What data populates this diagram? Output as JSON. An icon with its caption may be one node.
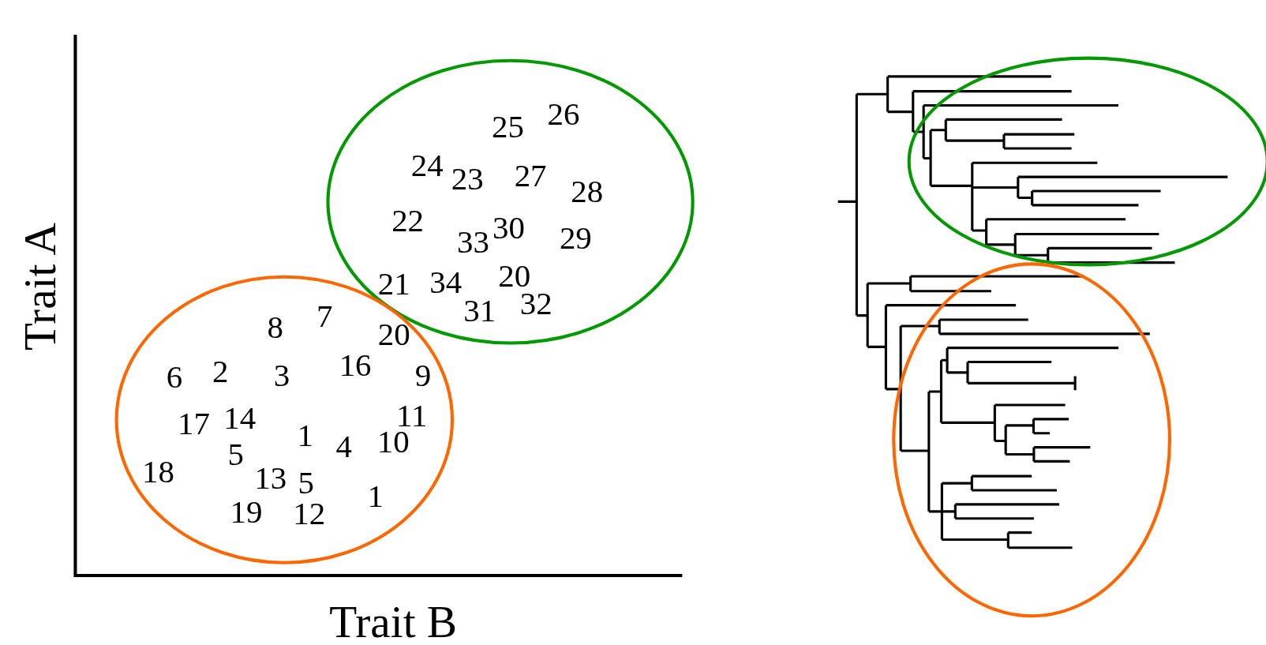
{
  "diagram": {
    "labels": [
      "Trait A",
      "26",
      "25",
      "24",
      "23",
      "27",
      "28",
      "22",
      "30",
      "29",
      "33",
      "21",
      "34",
      "20",
      "32",
      "31",
      "7",
      "8",
      "20",
      "16",
      "6",
      "2",
      "3",
      "9",
      "14",
      "11",
      "17",
      "1",
      "10",
      "4",
      "5",
      "18",
      "13",
      "5",
      "1",
      "19",
      "12",
      "Trait B"
    ]
  }
}
